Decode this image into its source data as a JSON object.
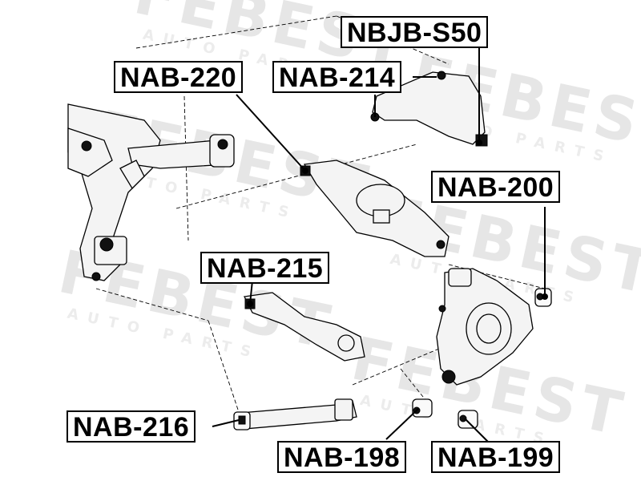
{
  "watermark": {
    "brand": "FEBEST",
    "tagline": "AUTO PARTS"
  },
  "labels": {
    "nbjb_s50": "NBJB-S50",
    "nab_220": "NAB-220",
    "nab_214": "NAB-214",
    "nab_200": "NAB-200",
    "nab_215": "NAB-215",
    "nab_216": "NAB-216",
    "nab_198": "NAB-198",
    "nab_199": "NAB-199"
  }
}
